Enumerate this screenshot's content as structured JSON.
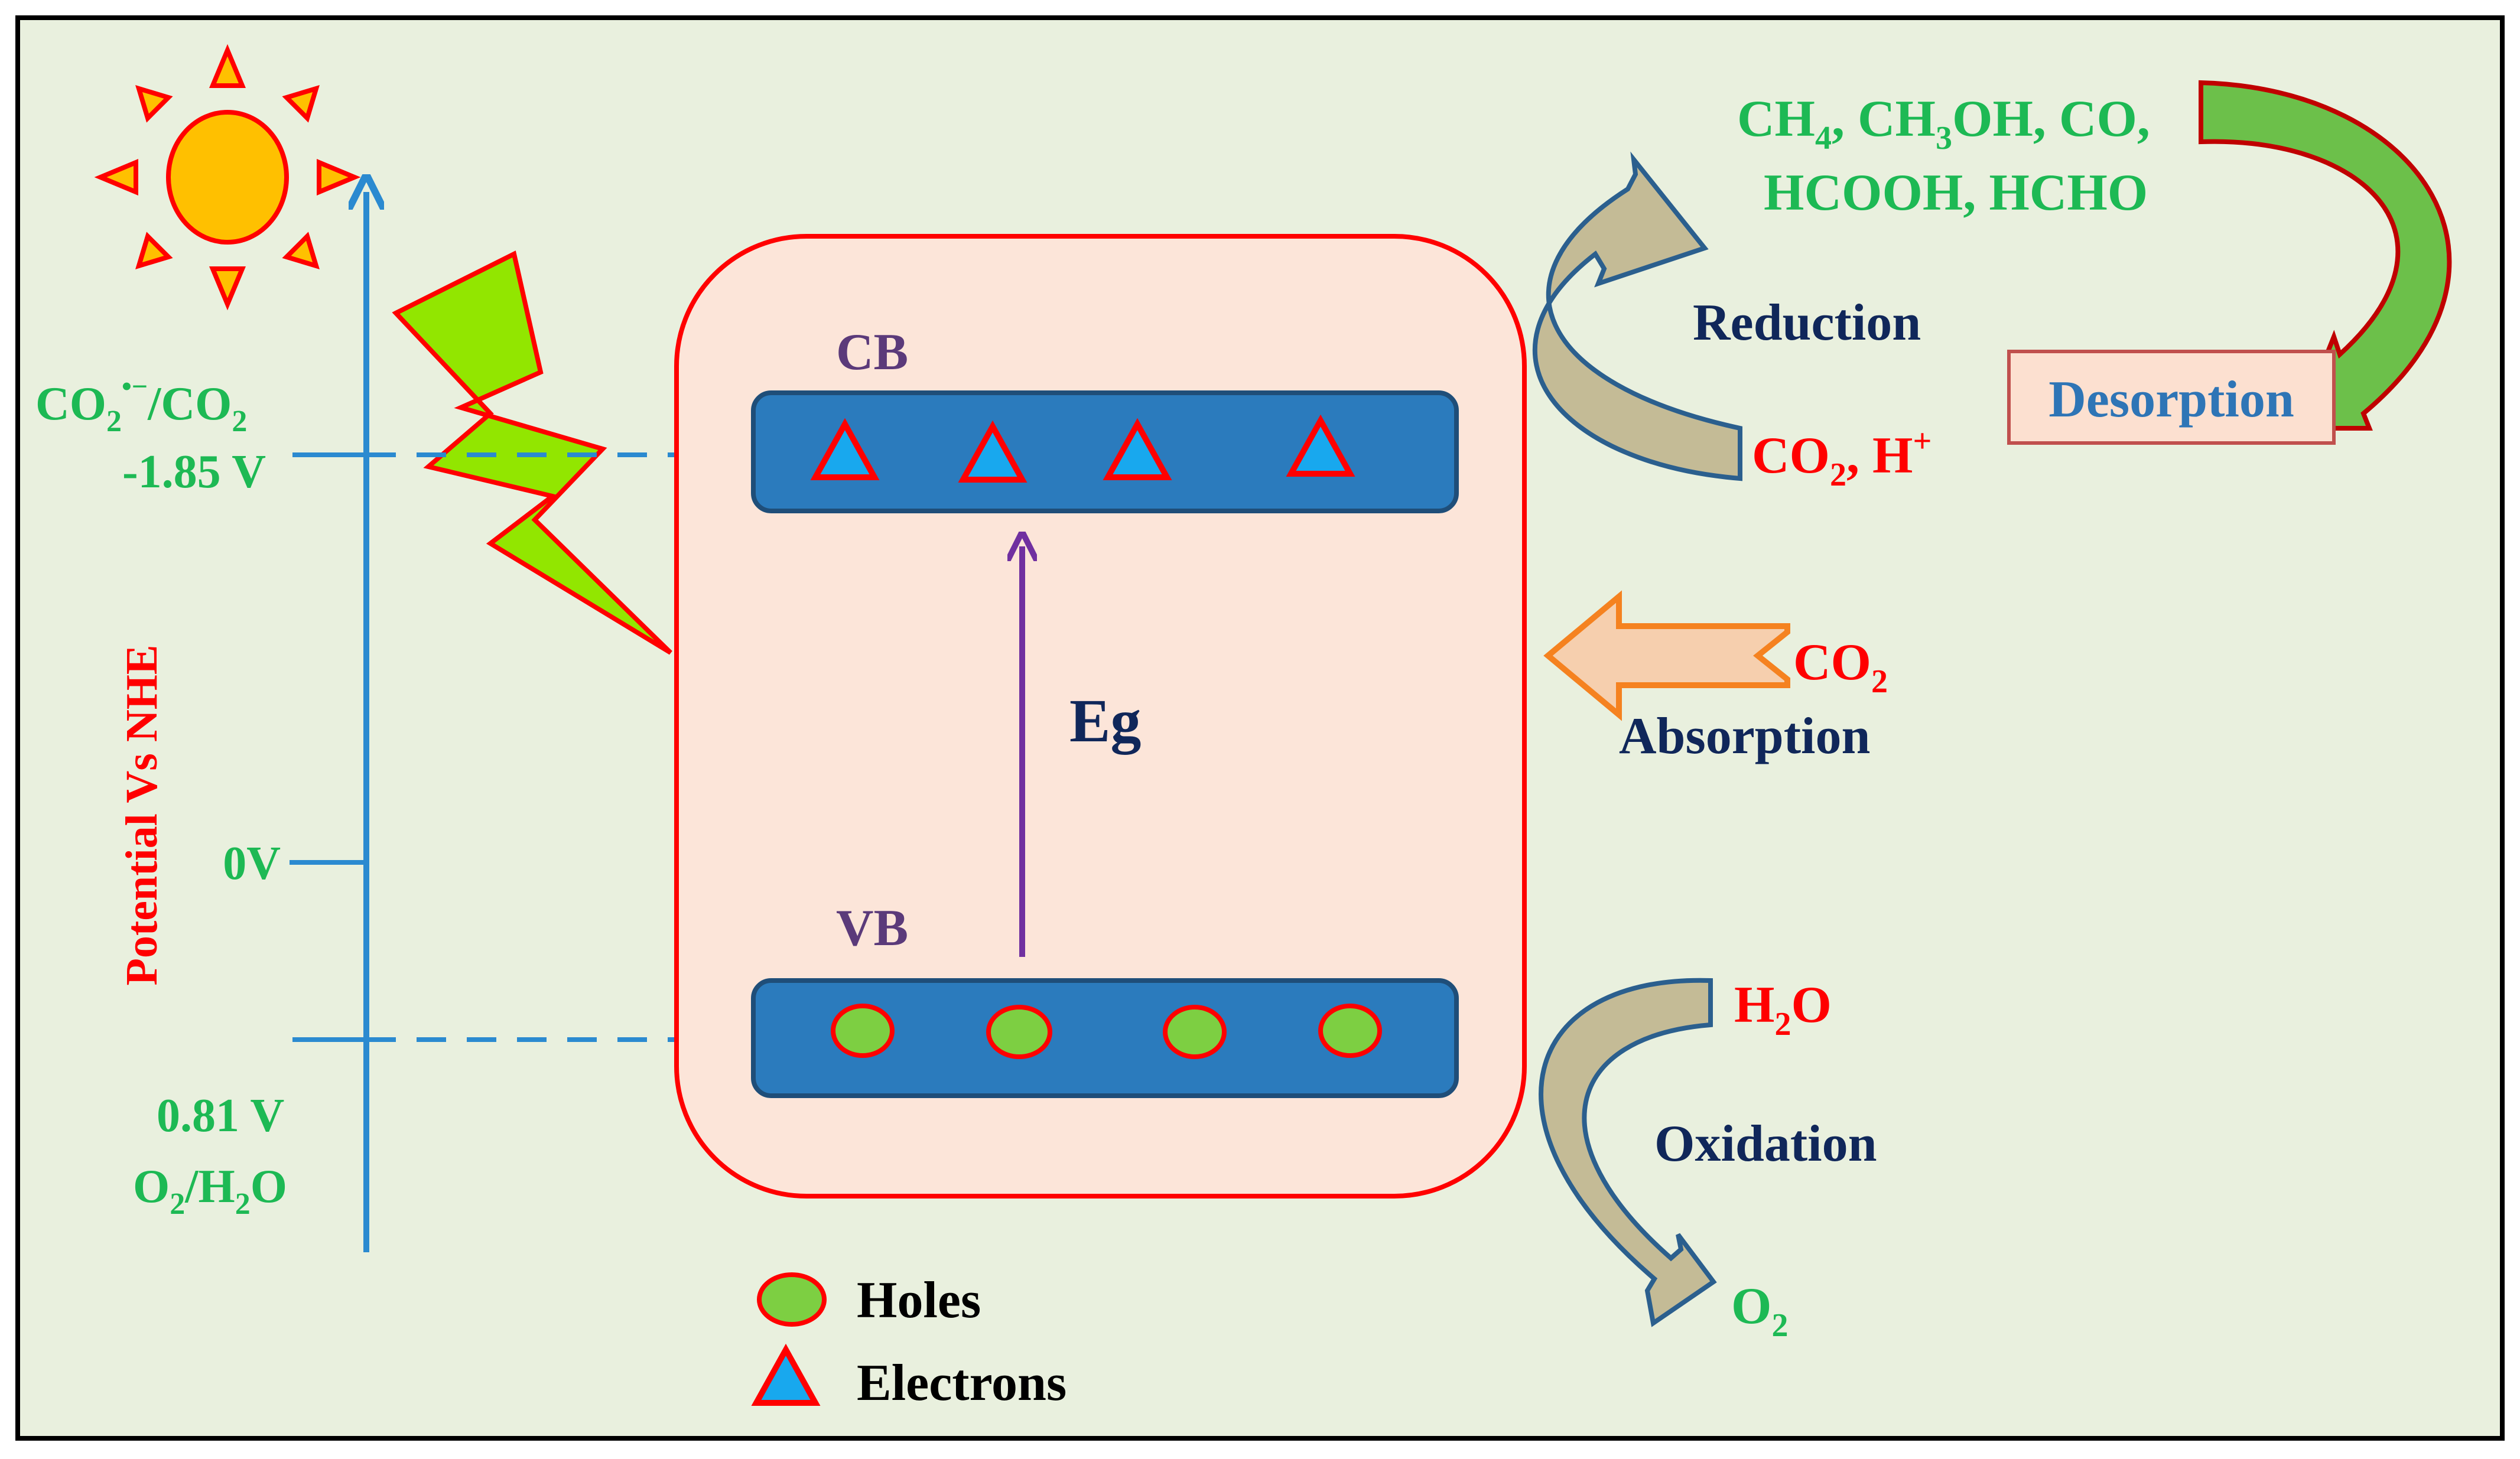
{
  "colors": {
    "background": "#e9f0de",
    "border": "#000000",
    "panel_fill": "#fce5d9",
    "panel_stroke": "#ff0000",
    "band_fill": "#2b7bbd",
    "band_stroke": "#1f4e79",
    "axis": "#2b8ad0",
    "green_text": "#1db954",
    "red_text": "#ff0000",
    "navy_text": "#10275a",
    "purple_text": "#5b3a7a",
    "blue_text": "#2e75b6",
    "eg_arrow": "#7030a0",
    "sun_fill": "#ffc000",
    "sun_stroke": "#ff0000",
    "bolt_fill": "#92e600",
    "curved_arrow_fill": "#c4bb96",
    "curved_arrow_stroke": "#2b5f8e",
    "absorption_arrow_fill": "#f6cfae",
    "absorption_arrow_stroke": "#f58220",
    "desorption_arrow_fill": "#6cc04a",
    "desorption_arrow_stroke": "#c00000",
    "desorption_box_fill": "#fce0d0",
    "desorption_box_stroke": "#c0504d"
  },
  "icons": {
    "sun": "sun-icon",
    "lightning": "lightning-bolt-icon",
    "hole": "hole-circle-icon",
    "electron": "electron-triangle-icon"
  },
  "axis": {
    "title": "Potential Vs NHE",
    "top_couple": {
      "pre": "CO",
      "sub": "2",
      "sup": "•−",
      "post": "/CO",
      "sub2": "2"
    },
    "top_value": "-1.85 V",
    "zero_label": "0V",
    "bottom_value": "0.81 V",
    "bottom_couple": {
      "a": "O",
      "a_sub": "2",
      "b": "/H",
      "b_sub": "2",
      "c": "O"
    }
  },
  "bands": {
    "cb_label": "CB",
    "vb_label": "VB",
    "gap_label": "Eg"
  },
  "reduction": {
    "label": "Reduction",
    "reactant": {
      "a": "CO",
      "a_sub": "2",
      "b": ", H",
      "b_sup": "+"
    },
    "products_line1": {
      "a": "CH",
      "a_sub": "4",
      "b": ", CH",
      "b_sub": "3",
      "c": "OH, CO,"
    },
    "products_line2": "HCOOH, HCHO"
  },
  "desorption": {
    "label": "Desorption"
  },
  "absorption": {
    "label": "Absorption",
    "species": {
      "a": "CO",
      "a_sub": "2"
    }
  },
  "oxidation": {
    "label": "Oxidation",
    "reactant": {
      "a": "H",
      "a_sub": "2",
      "b": "O"
    },
    "product": {
      "a": "O",
      "a_sub": "2"
    }
  },
  "legend": {
    "holes_label": "Holes",
    "electrons_label": "Electrons"
  }
}
